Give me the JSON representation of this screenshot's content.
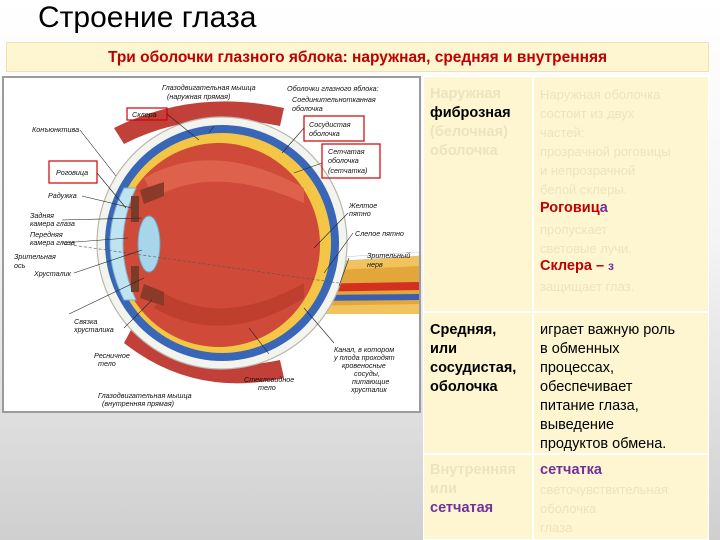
{
  "header": {
    "title": "Строение глаза",
    "subtitle": "Три оболочки глазного яблока: наружная, средняя и внутренняя"
  },
  "figure": {
    "labels": {
      "muscle_top": [
        "Глазодвигательная мышца",
        "(наружная прямая)"
      ],
      "shells": "Оболочки глазного яблока:",
      "sclera": "Склера",
      "conj_shell": [
        "Соединительнотканная",
        "оболочка"
      ],
      "vascular": [
        "Сосудистая",
        "оболочка"
      ],
      "retina": [
        "Сетчатая",
        "оболочка",
        "(сетчатка)"
      ],
      "conjunctiva": "Конъюнктива",
      "cornea": "Роговица",
      "iris": "Радужка",
      "post_chamber": [
        "Задняя",
        "камера глаза"
      ],
      "ant_chamber": [
        "Передняя",
        "камера глаза"
      ],
      "optic_axis": [
        "Зрительная",
        "ось"
      ],
      "lens": "Хрусталик",
      "yellow_spot": [
        "Желтое",
        "пятно"
      ],
      "blind_spot": "Слепое пятно",
      "optic_nerve": [
        "Зрительный",
        "нерв"
      ],
      "zonule": [
        "Связка",
        "хрусталика"
      ],
      "ciliary": [
        "Ресничное",
        "тело"
      ],
      "canal": [
        "Канал, в котором",
        "у плода проходят",
        "кровеносные",
        "сосуды,",
        "питающие",
        "хрусталик"
      ],
      "vitreous": [
        "Стекловидное",
        "тело"
      ],
      "muscle_bottom": [
        "Глазодвигательная мышца",
        "(внутренняя прямая)"
      ]
    }
  },
  "table": {
    "row1": {
      "left": [
        "Наружная",
        "фиброзная",
        "(белочная)",
        "оболочка"
      ],
      "right_ghost": [
        "Наружная оболочка",
        "состоит из двух",
        "частей:",
        "прозрачной роговицы",
        "и непрозрачной",
        "белой склеры."
      ],
      "cornea_word": "Роговиц",
      "cornea_tail": "а",
      "ghost2": [
        "пропускает",
        "световые лучи."
      ],
      "sclera_word": "Склера –",
      "sclera_tail": "з",
      "ghost3": [
        "защищает глаз."
      ]
    },
    "row2": {
      "left": [
        "Средняя,",
        "или",
        "сосудистая,",
        "оболочка"
      ],
      "right": [
        "играет важную роль",
        "в обменных",
        "процессах,",
        "обеспечивает",
        "питание глаза,",
        "выведение",
        "продуктов обмена."
      ]
    },
    "row3": {
      "left_ghost": "Внутренняя",
      "left_ghost2": "или",
      "left": "сетчатая",
      "right_head": "сетчатка",
      "right_ghost": [
        "светочувствительная",
        "оболочка",
        "глаза"
      ]
    }
  }
}
